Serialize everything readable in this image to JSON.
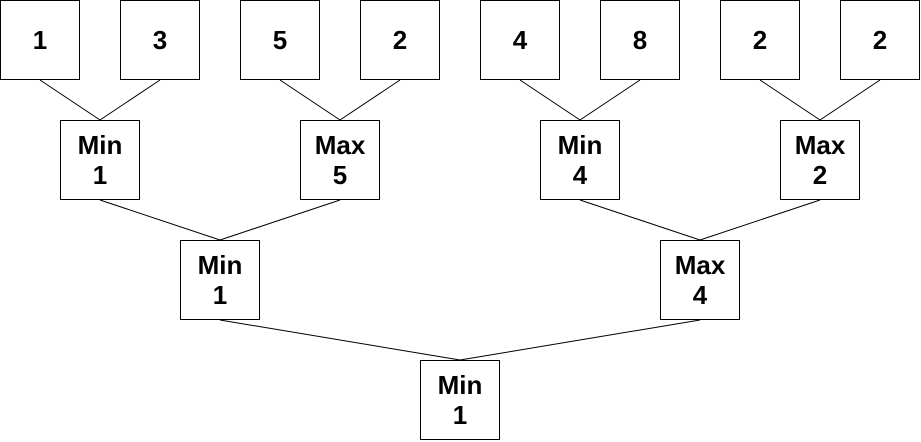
{
  "tree": {
    "leaves": [
      {
        "value": "1"
      },
      {
        "value": "3"
      },
      {
        "value": "5"
      },
      {
        "value": "2"
      },
      {
        "value": "4"
      },
      {
        "value": "8"
      },
      {
        "value": "2"
      },
      {
        "value": "2"
      }
    ],
    "level1": [
      {
        "op": "Min",
        "value": "1"
      },
      {
        "op": "Max",
        "value": "5"
      },
      {
        "op": "Min",
        "value": "4"
      },
      {
        "op": "Max",
        "value": "2"
      }
    ],
    "level2": [
      {
        "op": "Min",
        "value": "1"
      },
      {
        "op": "Max",
        "value": "4"
      }
    ],
    "root": {
      "op": "Min",
      "value": "1"
    }
  }
}
